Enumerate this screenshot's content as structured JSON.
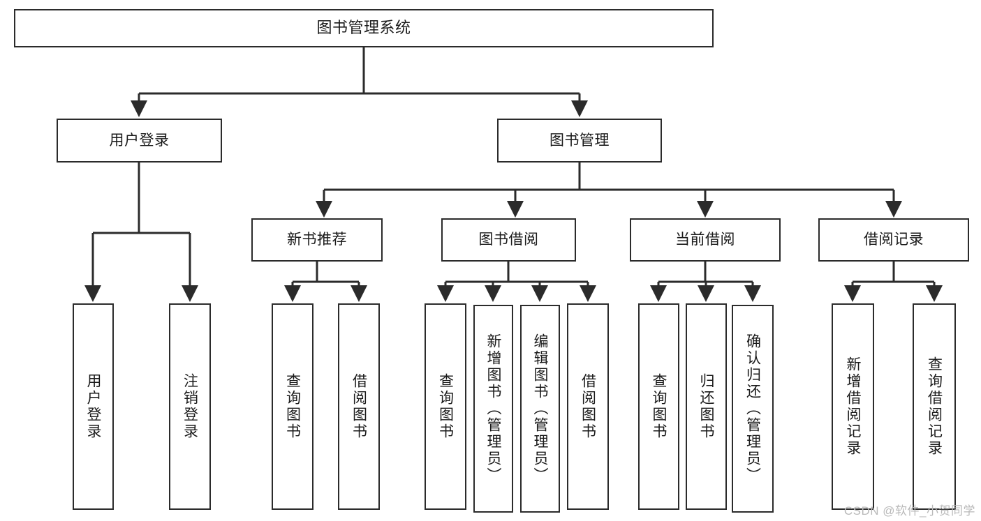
{
  "diagram": {
    "type": "tree-hierarchy-chart",
    "title": "图书管理系统",
    "watermark": "CSDN @软件_小贺同学",
    "colors": {
      "stroke": "#2b2b2b",
      "fill": "#ffffff",
      "text": "#1a1a1a",
      "watermark": "#b9b9b9"
    },
    "nodes": {
      "root": {
        "label": "图书管理系统"
      },
      "level1": [
        {
          "id": "user-login",
          "label": "用户登录"
        },
        {
          "id": "book-management",
          "label": "图书管理"
        }
      ],
      "level2": [
        {
          "id": "new-book-recommend",
          "label": "新书推荐"
        },
        {
          "id": "book-borrow",
          "label": "图书借阅"
        },
        {
          "id": "current-borrow",
          "label": "当前借阅"
        },
        {
          "id": "borrow-record",
          "label": "借阅记录"
        }
      ],
      "leaves": {
        "user-login": [
          {
            "id": "leaf-user-login",
            "label": "用户登录"
          },
          {
            "id": "leaf-user-logout",
            "label": "注销登录"
          }
        ],
        "new-book-recommend": [
          {
            "id": "leaf-query-book-1",
            "label": "查询图书"
          },
          {
            "id": "leaf-borrow-book-1",
            "label": "借阅图书"
          }
        ],
        "book-borrow": [
          {
            "id": "leaf-query-book-2",
            "label": "查询图书"
          },
          {
            "id": "leaf-add-book",
            "label": "新增图书（管理员）"
          },
          {
            "id": "leaf-edit-book",
            "label": "编辑图书（管理员）"
          },
          {
            "id": "leaf-borrow-book-2",
            "label": "借阅图书"
          }
        ],
        "current-borrow": [
          {
            "id": "leaf-query-book-3",
            "label": "查询图书"
          },
          {
            "id": "leaf-return-book",
            "label": "归还图书"
          },
          {
            "id": "leaf-confirm-return",
            "label": "确认归还（管理员）"
          }
        ],
        "borrow-record": [
          {
            "id": "leaf-add-record",
            "label": "新增借阅记录"
          },
          {
            "id": "leaf-query-record",
            "label": "查询借阅记录"
          }
        ]
      }
    }
  }
}
